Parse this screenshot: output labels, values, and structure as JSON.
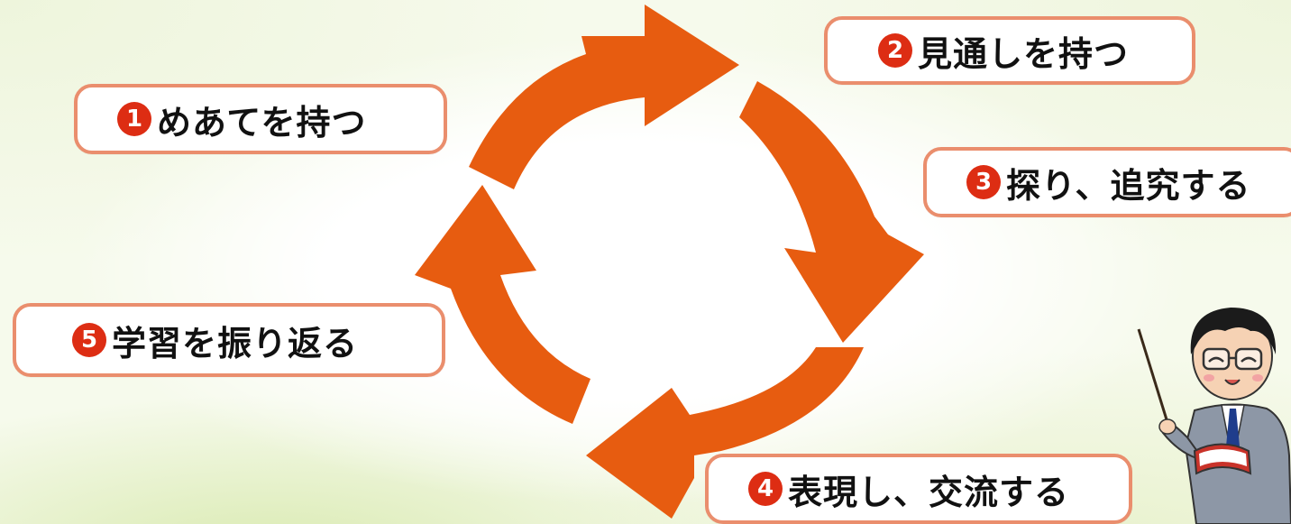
{
  "steps": [
    {
      "num": "1",
      "label": "めあてを持つ"
    },
    {
      "num": "2",
      "label": "見通しを持つ"
    },
    {
      "num": "3",
      "label": "探り、追究する"
    },
    {
      "num": "4",
      "label": "表現し、交流する"
    },
    {
      "num": "5",
      "label": "学習を振り返る"
    }
  ],
  "colors": {
    "arrow": "#e75c10",
    "box_border": "#ea8e6d",
    "number_circle": "#dd2d13",
    "background": "#f4f9e8"
  },
  "icons": [
    "cycle-arrow",
    "teacher-with-pointer-illustration"
  ]
}
